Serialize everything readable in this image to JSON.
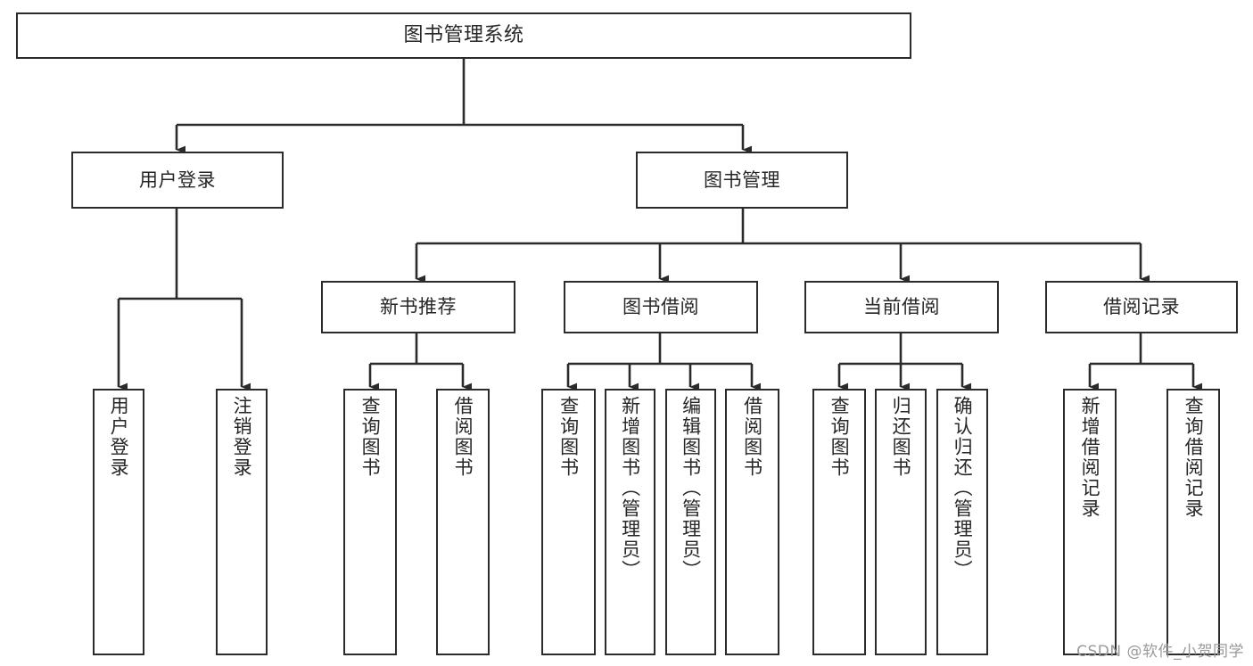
{
  "diagram": {
    "title": "图书管理系统",
    "type": "tree-hierarchy-chart",
    "colors": {
      "border": "#2b2b2b",
      "text": "#262626",
      "background": "#ffffff",
      "watermark": "#9a9a9a"
    },
    "root": {
      "id": "root",
      "label": "图书管理系统"
    },
    "level2": [
      {
        "id": "user-login",
        "label": "用户登录"
      },
      {
        "id": "book-manage",
        "label": "图书管理"
      }
    ],
    "level3": [
      {
        "id": "new-book-recommend",
        "label": "新书推荐"
      },
      {
        "id": "book-borrow",
        "label": "图书借阅"
      },
      {
        "id": "current-borrow",
        "label": "当前借阅"
      },
      {
        "id": "borrow-record",
        "label": "借阅记录"
      }
    ],
    "leaves": {
      "user_login": [
        {
          "id": "leaf-user-login",
          "label": "用户登录"
        },
        {
          "id": "leaf-user-logout",
          "label": "注销登录"
        }
      ],
      "new_book_recommend": [
        {
          "id": "leaf-query-book-1",
          "label": "查询图书"
        },
        {
          "id": "leaf-borrow-book-1",
          "label": "借阅图书"
        }
      ],
      "book_borrow": [
        {
          "id": "leaf-query-book-2",
          "label": "查询图书"
        },
        {
          "id": "leaf-add-book",
          "label": "新增图书（管理员）"
        },
        {
          "id": "leaf-edit-book",
          "label": "编辑图书（管理员）"
        },
        {
          "id": "leaf-borrow-book-2",
          "label": "借阅图书"
        }
      ],
      "current_borrow": [
        {
          "id": "leaf-query-book-3",
          "label": "查询图书"
        },
        {
          "id": "leaf-return-book",
          "label": "归还图书"
        },
        {
          "id": "leaf-confirm-return",
          "label": "确认归还（管理员）"
        }
      ],
      "borrow_record": [
        {
          "id": "leaf-add-record",
          "label": "新增借阅记录"
        },
        {
          "id": "leaf-query-record",
          "label": "查询借阅记录"
        }
      ]
    },
    "watermark": "CSDN @软件_小贺同学"
  }
}
